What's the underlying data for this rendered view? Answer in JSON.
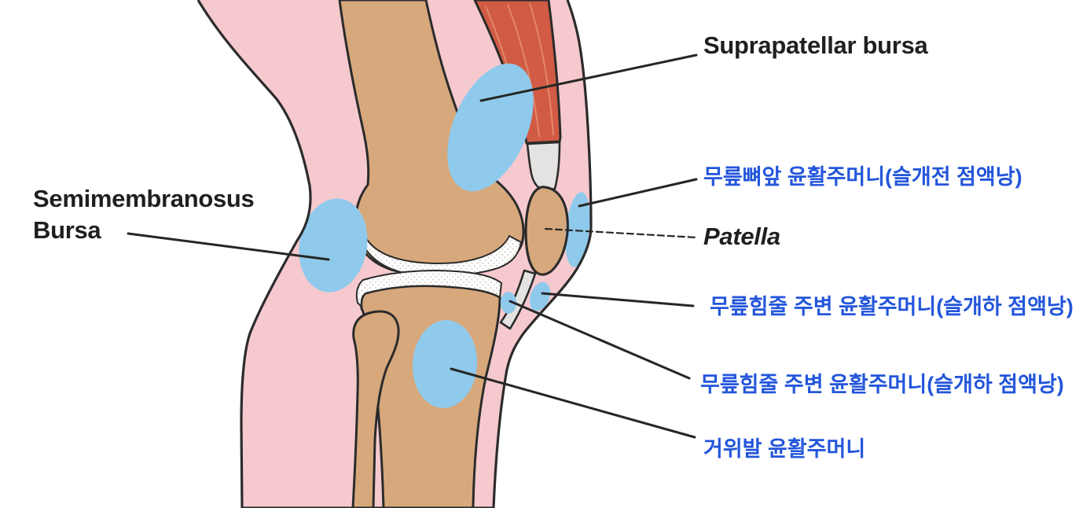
{
  "diagram": {
    "subject": "knee-bursae-lateral-view",
    "labels": {
      "suprapatellar": "Suprapatellar bursa",
      "prepatellar_kr": "무릎뼈앞 윤활주머니(슬개전 점액낭)",
      "patella": "Patella",
      "infrapatellar1_kr": "무릎힘줄 주변 윤활주머니(슬개하 점액낭)",
      "infrapatellar2_kr": "무릎힘줄 주변 윤활주머니(슬개하 점액낭)",
      "pes_anserine_kr": "거위발 윤활주머니",
      "semimembranosus_line1": "Semimembranosus",
      "semimembranosus_line2": "Bursa"
    }
  },
  "colors": {
    "skin_pink": "#f6c9ce",
    "bone_tan": "#d7a87c",
    "bursa_blue": "#8fcaec",
    "muscle_red": "#d15b44",
    "muscle_stripe": "#e2886a",
    "tendon_gray": "#e4e3e1",
    "outline": "#2b2b2b",
    "label_blue": "#2456db",
    "label_black": "#1f1f1f"
  }
}
